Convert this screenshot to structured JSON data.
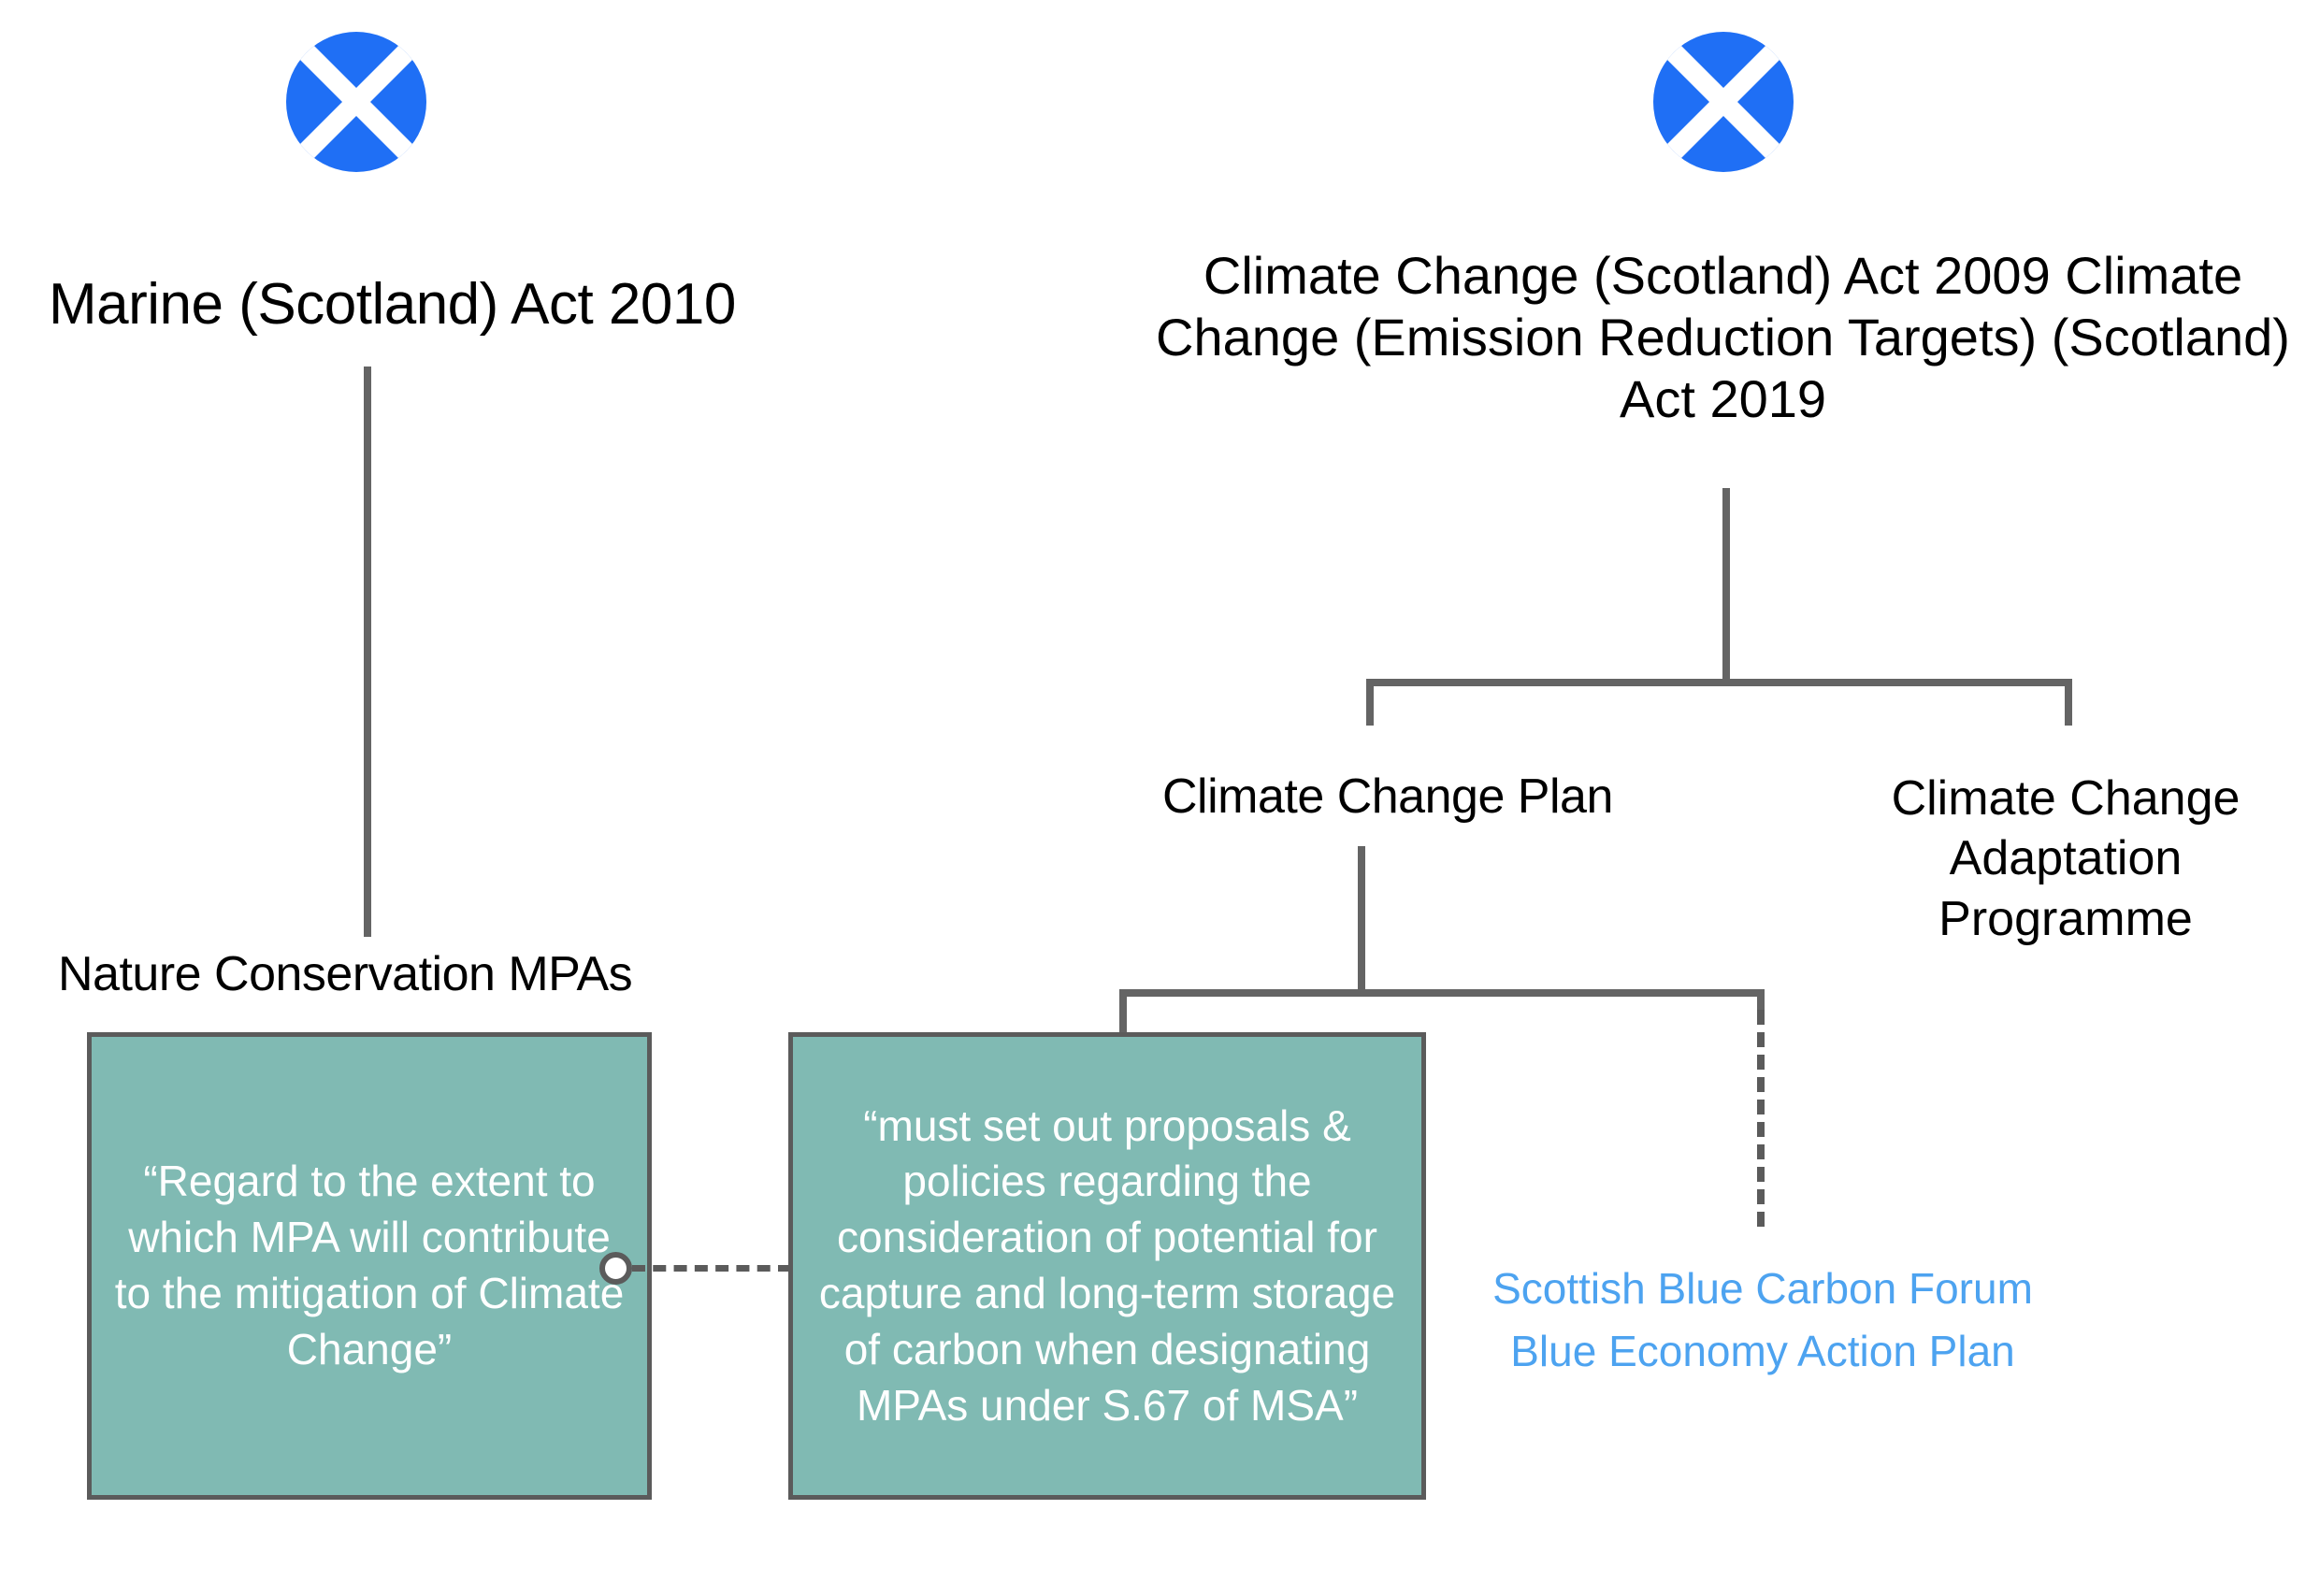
{
  "diagram": {
    "title_left": "Marine (Scotland) Act 2010",
    "nature_conservation_label": "Nature Conservation MPAs",
    "climate_acts": {
      "line1": "Climate Change (Scotland) Act 2009",
      "line2": "Climate Change (Emission Reduction Targets)",
      "line3": "(Scotland) Act 2019"
    },
    "climate_change_plan_label": "Climate Change Plan",
    "adaptation_programme": {
      "line1": "Climate Change",
      "line2": "Adaptation",
      "line3": "Programme"
    },
    "quote_mpa": "“Regard to the extent to which MPA will contribute to the mitigation of Climate Change”",
    "quote_ccp": "“must set out proposals & policies regarding the consideration of potential for capture and long-term storage of carbon when designating MPAs under S.67 of MSA”",
    "links": {
      "link1": "Scottish Blue Carbon Forum",
      "link2": "Blue Economy Action Plan"
    },
    "icons": {
      "saltire_left": "scotland-saltire-flag-icon",
      "saltire_right": "scotland-saltire-flag-icon"
    },
    "colors": {
      "saltire_blue": "#1f6ff5",
      "teal_box": "#80bab3",
      "connector_gray": "#5b5b5b",
      "link_blue": "#4da3f0",
      "text_black": "#000000",
      "box_text": "#ffffff"
    }
  }
}
